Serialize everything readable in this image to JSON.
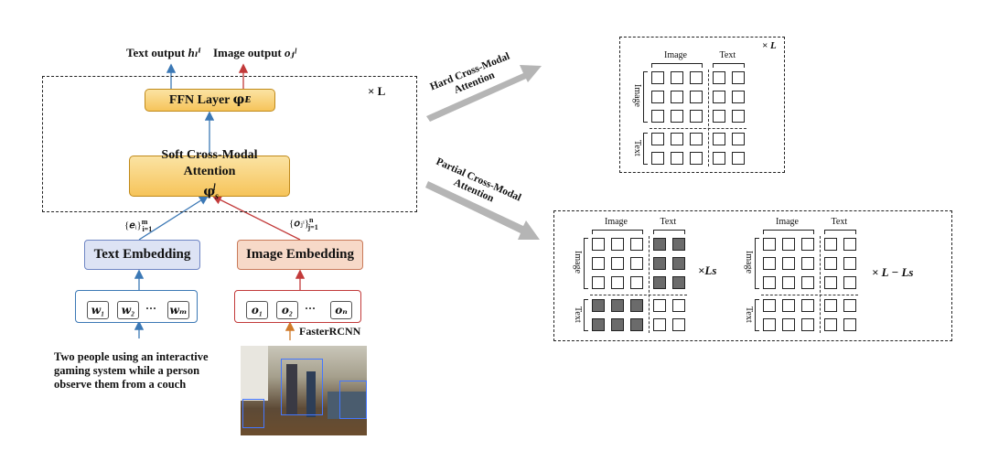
{
  "model": {
    "text_output": "Text output",
    "text_output_var": "hₗⁱ",
    "image_output": "Image output",
    "image_output_var": "oⱼˡ",
    "repeat": "× L",
    "ffn": "FFN Layer 𝛗",
    "ffn_sub": "F",
    "ffn_sup": "L",
    "attn_line1": "Soft Cross-Modal",
    "attn_line2": "Attention 𝛗",
    "attn_sub": "s",
    "attn_sup": "l",
    "e_set": "{𝒆ᵢ}",
    "e_range_top": "m",
    "e_range_bot": "i=1",
    "o_set": "{𝒐ⱼᶦ}",
    "o_range_top": "n",
    "o_range_bot": "j=1",
    "text_embedding": "Text Embedding",
    "image_embedding": "Image Embedding",
    "text_tokens": [
      "𝒘₁",
      "𝒘₂",
      "𝒘ₘ"
    ],
    "image_tokens": [
      "𝒐₁",
      "𝒐₂",
      "𝒐ₙ"
    ],
    "ellipsis": "···",
    "detector": "FasterRCNN",
    "caption": "Two people using an interactive gaming system while a person observe them from a couch"
  },
  "arrows": {
    "hard": [
      "Hard Cross-Modal",
      "Attention"
    ],
    "partial": [
      "Partial Cross-Modal",
      "Attention"
    ]
  },
  "matrices": {
    "image_label": "Image",
    "text_label": "Text",
    "hard_repeat": "× L",
    "partial_repeat_1": "×Ls",
    "partial_repeat_2": "× L − Ls"
  },
  "colors": {
    "text_arrow": "#3b78b5",
    "image_arrow": "#c23a3a",
    "layer_fill": "#f6c45a",
    "text_emb_fill": "#dde3f4",
    "image_emb_fill": "#f7d9c8",
    "masked_cell": "#6b6b6b"
  }
}
